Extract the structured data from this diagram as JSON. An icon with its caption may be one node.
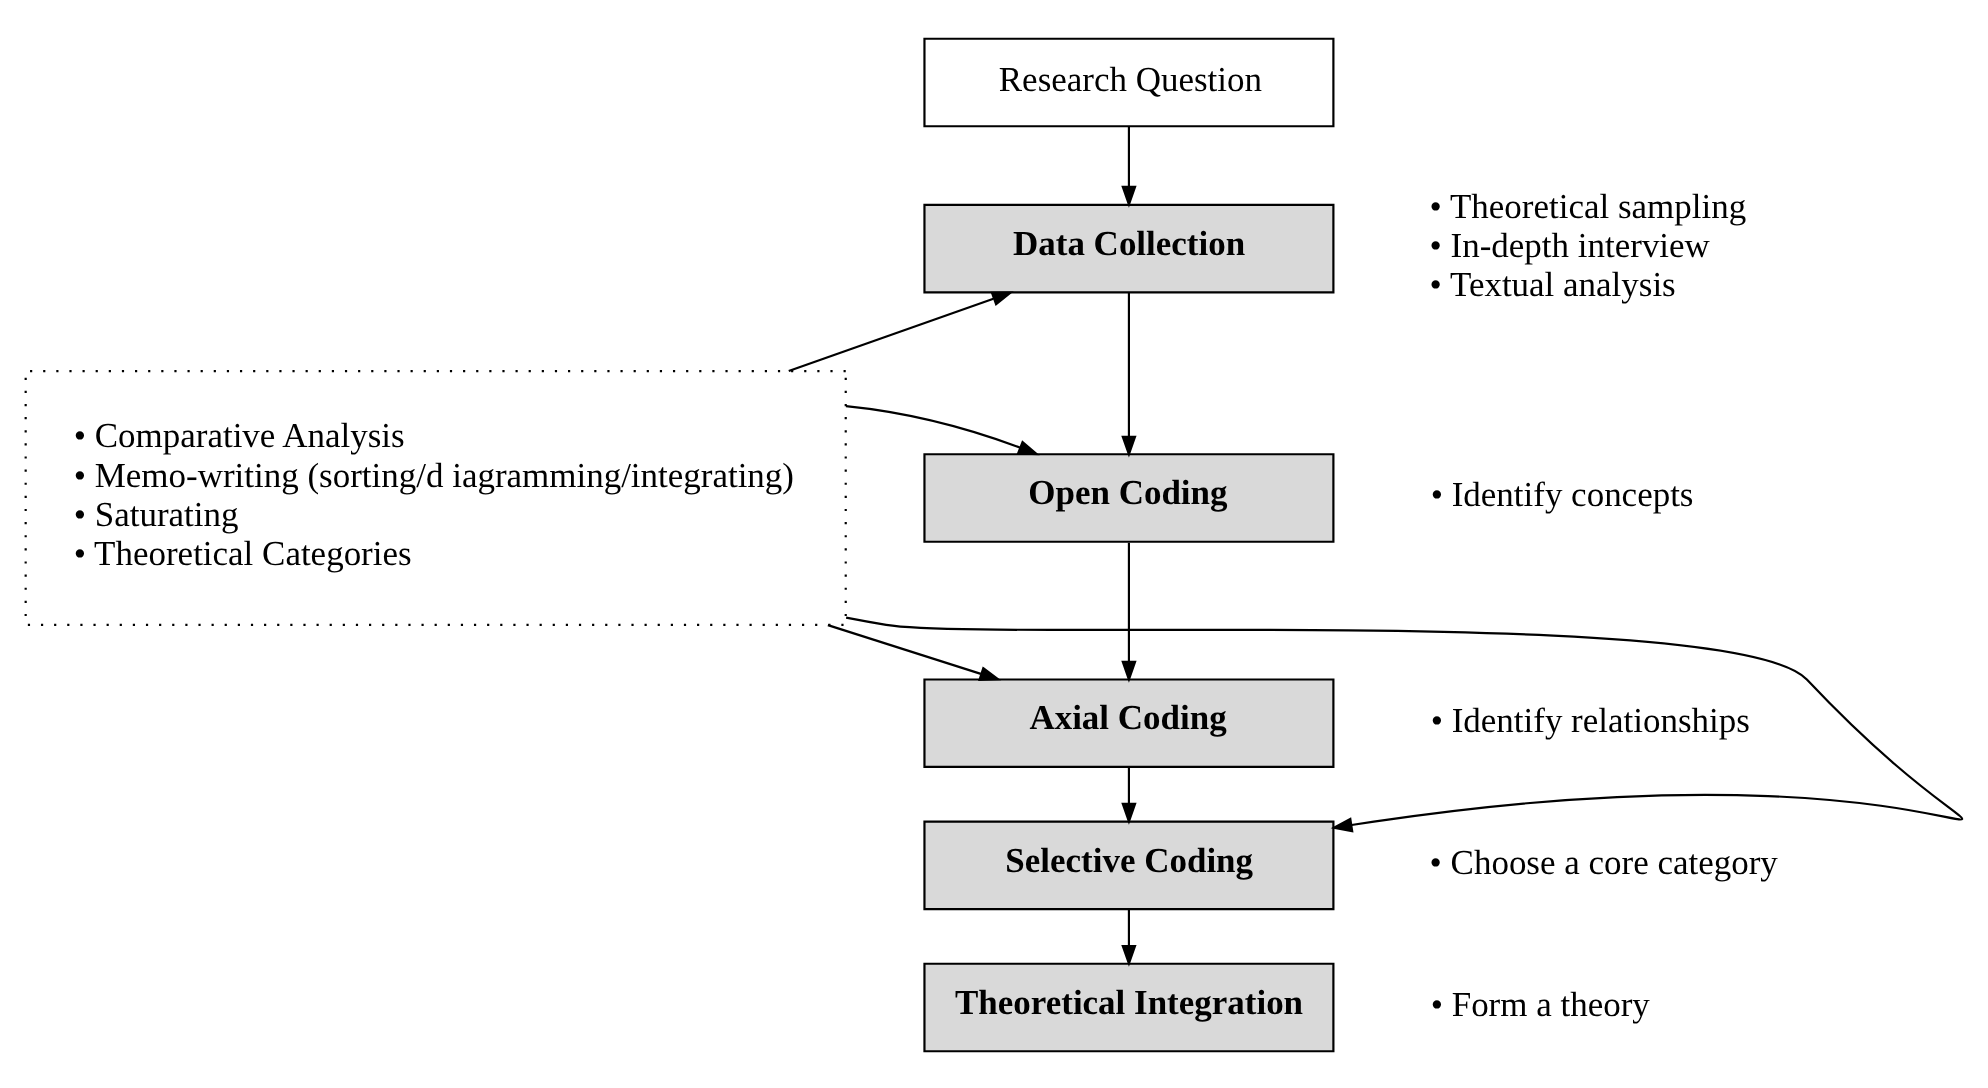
{
  "diagram": {
    "nodes": [
      {
        "text": [
          "Research Question"
        ]
      },
      {
        "text": [
          "Data Collection"
        ],
        "beside": [
          "• Theoretical sampling",
          "• In-depth interview",
          "• Textual analysis"
        ]
      },
      {
        "text": [
          "Open Coding"
        ],
        "beside": [
          "• Identify concepts"
        ]
      },
      {
        "text": [
          "Axial Coding"
        ],
        "beside": [
          "• Identify relationships"
        ]
      },
      {
        "text": [
          "Selective Coding"
        ],
        "beside": [
          "• Choose a core category"
        ]
      },
      {
        "text": [
          "Theoretical Integration"
        ],
        "beside": [
          "• Form a theory"
        ]
      },
      {
        "text": [
          "• Comparative Analysis",
          "• Memo-writing (sorting/d iagramming/integrating)",
          "• Saturating",
          "• Theoretical Categories"
        ]
      }
    ],
    "edges": [
      {
        "from": 0,
        "to": 1,
        "arrow": "to"
      },
      {
        "from": 1,
        "to": 2,
        "arrow": "to"
      },
      {
        "from": 2,
        "to": 3,
        "arrow": "to"
      },
      {
        "from": 3,
        "to": 4,
        "arrow": "to"
      },
      {
        "from": 4,
        "to": 5,
        "arrow": "to"
      },
      {
        "from": 6,
        "to": 1,
        "arrow": "to"
      },
      {
        "from": 6,
        "to": 2,
        "arrow": "to"
      },
      {
        "from": 6,
        "to": 3,
        "arrow": "to"
      },
      {
        "from": 6,
        "to": 4,
        "arrow": "to"
      }
    ]
  }
}
